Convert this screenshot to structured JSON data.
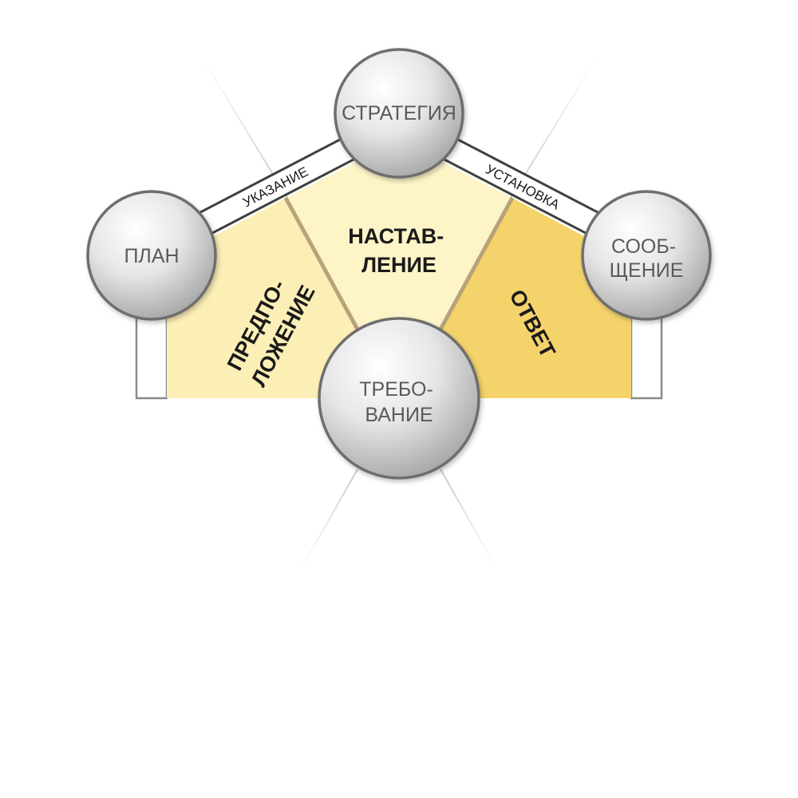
{
  "colors": {
    "region_left": "#fbefb6",
    "region_center": "#fdf4c7",
    "region_right": "#f5d36b",
    "divider": "#b8a27a",
    "guide": "#d0d0d0",
    "frame": "#7a7a7a",
    "node_edge": "#6e6e6e"
  },
  "nodes": {
    "strategy": {
      "lines": [
        "СТРАТЕГИЯ"
      ]
    },
    "plan": {
      "lines": [
        "ПЛАН"
      ]
    },
    "message": {
      "lines": [
        "СООБ-",
        "ЩЕНИЕ"
      ]
    },
    "demand": {
      "lines": [
        "ТРЕБО-",
        "ВАНИЕ"
      ]
    }
  },
  "regions": {
    "left": {
      "lines": [
        "ПРЕДПО-",
        "ЛОЖЕНИЕ"
      ]
    },
    "center": {
      "lines": [
        "НАСТАВ-",
        "ЛЕНИЕ"
      ]
    },
    "right": {
      "lines": [
        "ОТВЕТ"
      ]
    }
  },
  "connectors": {
    "left": {
      "label": "УКАЗАНИЕ"
    },
    "right": {
      "label": "УСТАНОВКА"
    }
  }
}
